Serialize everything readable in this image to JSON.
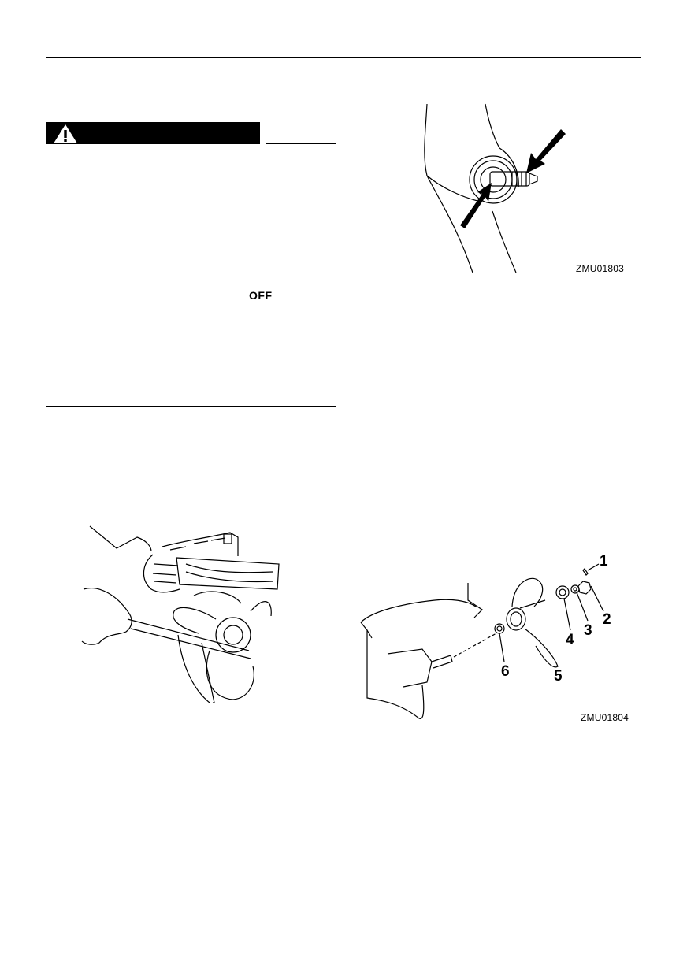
{
  "page": {
    "off_label": "OFF"
  },
  "figures": [
    {
      "code": "ZMU01803"
    },
    {
      "code": "ZMU01804"
    }
  ],
  "callouts": [
    "1",
    "2",
    "3",
    "4",
    "5",
    "6"
  ],
  "icons": {
    "warning": "warning-triangle-icon"
  }
}
